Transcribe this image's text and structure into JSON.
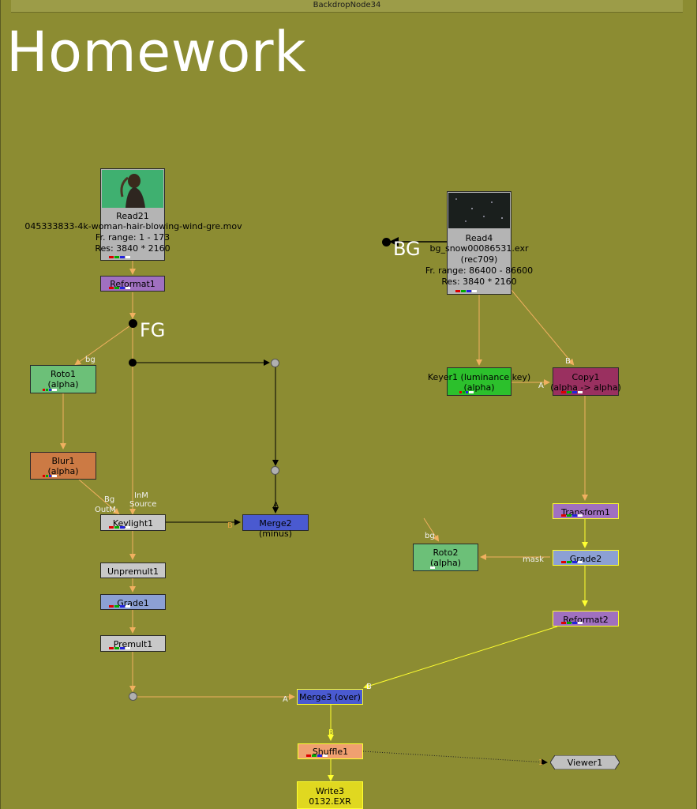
{
  "backdrop": {
    "name": "BackdropNode34",
    "label": "Homework"
  },
  "big_labels": {
    "fg": "FG",
    "bg": "BG"
  },
  "nodes": {
    "read21": {
      "name": "Read21",
      "file": "045333833-4k-woman-hair-blowing-wind-gre.mov",
      "frame_range": "Fr. range: 1 - 173",
      "res": "Res: 3840 * 2160"
    },
    "read4": {
      "name": "Read4",
      "file": "bg_snow00086531.exr",
      "colorspace": "(rec709)",
      "frame_range": "Fr. range: 86400 - 86600",
      "res": "Res: 3840 * 2160"
    },
    "reformat1": "Reformat1",
    "roto1": {
      "name": "Roto1",
      "sub": "(alpha)"
    },
    "blur1": {
      "name": "Blur1",
      "sub": "(alpha)"
    },
    "keylight1": "Keylight1",
    "merge2": "Merge2 (minus)",
    "unpremult1": "Unpremult1",
    "grade1": "Grade1",
    "premult1": "Premult1",
    "keyer1": {
      "name": "Keyer1 (luminance key)",
      "sub": "(alpha)"
    },
    "copy1": {
      "name": "Copy1",
      "sub": "(alpha -> alpha)"
    },
    "transform1": "Transform1",
    "roto2": {
      "name": "Roto2",
      "sub": "(alpha)"
    },
    "grade2": "Grade2",
    "reformat2": "Reformat2",
    "merge3": "Merge3 (over)",
    "shuffle1": "Shuffle1",
    "viewer1": "Viewer1",
    "write3": {
      "name": "Write3",
      "sub": "0132.EXR"
    }
  },
  "input_labels": {
    "bg": "bg",
    "bg_out": "Bg",
    "outm": "OutM",
    "inm": "InM",
    "source": "Source",
    "merge2_a": "A",
    "merge2_b": "B",
    "copy1_a": "A",
    "copy1_b": "B",
    "mask": "mask",
    "roto2_bg": "bg",
    "merge3_a": "A",
    "merge3_b": "B",
    "shuffle_b": "B",
    "viewer_in": "1"
  },
  "colors": {
    "backdrop": "#8c8c32",
    "wire": "#f0b060",
    "wire_selected": "#ffff30",
    "wire_black": "#000000",
    "selected_border": "#ffff30"
  }
}
